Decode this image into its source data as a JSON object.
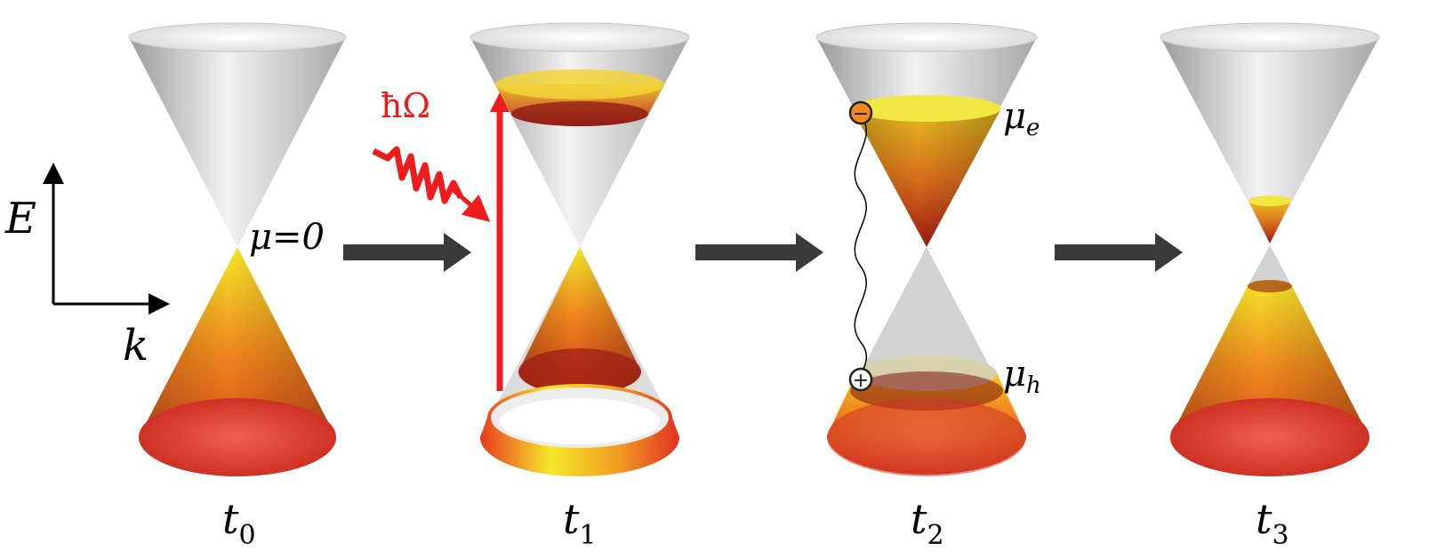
{
  "axes": {
    "energy_label": "E",
    "momentum_label": "k"
  },
  "chemical_potential_label": "μ=0",
  "photon_label": "ħΩ",
  "electron_chemical_potential": {
    "symbol": "μ",
    "subscript": "e"
  },
  "hole_chemical_potential": {
    "symbol": "μ",
    "subscript": "h"
  },
  "electron_symbol": "−",
  "hole_symbol": "+",
  "panels": [
    {
      "time": "t",
      "subscript": "0"
    },
    {
      "time": "t",
      "subscript": "1"
    },
    {
      "time": "t",
      "subscript": "2"
    },
    {
      "time": "t",
      "subscript": "3"
    }
  ],
  "colors": {
    "fill_hot": "#f5e828",
    "fill_mid": "#f08a1e",
    "fill_deep": "#c82418",
    "empty_cone": "#d0d0d0",
    "photon_red": "#ee1c1c",
    "process_arrow": "#3a3a3a"
  }
}
